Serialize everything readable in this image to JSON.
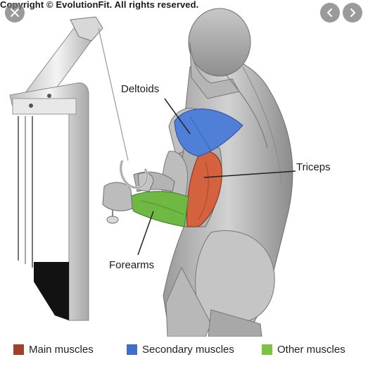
{
  "image_viewer": {
    "copyright": "Copyright © EvolutionFit. All rights reserved.",
    "controls": {
      "close_icon": "close-icon",
      "prev_icon": "chevron-left-icon",
      "next_icon": "chevron-right-icon"
    }
  },
  "diagram": {
    "labels": {
      "deltoids": "Deltoids",
      "triceps": "Triceps",
      "forearms": "Forearms"
    },
    "colors": {
      "main": "#a0412a",
      "secondary": "#3f6fc8",
      "other": "#7dc242",
      "triceps_fill": "#d4623f",
      "deltoid_fill": "#4f7fd6",
      "forearm_fill": "#6fb844"
    }
  },
  "legend": {
    "items": [
      {
        "label": "Main muscles",
        "color": "#a0412a"
      },
      {
        "label": "Secondary muscles",
        "color": "#3f6fc8"
      },
      {
        "label": "Other muscles",
        "color": "#7dc242"
      }
    ]
  }
}
